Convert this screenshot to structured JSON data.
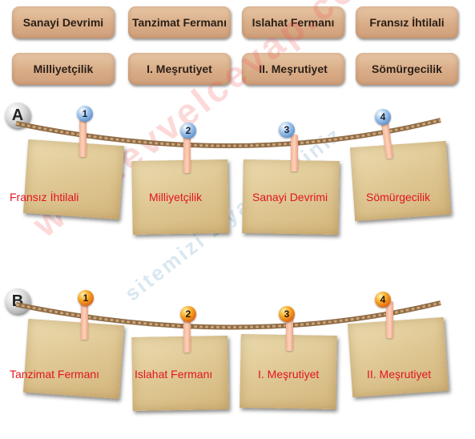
{
  "tiles": [
    "Sanayi Devrimi",
    "Tanzimat Fermanı",
    "Islahat Fermanı",
    "Fransız İhtilali",
    "Milliyetçilik",
    "I. Meşrutiyet",
    "II. Meşrutiyet",
    "Sömürgecilik"
  ],
  "section_a": {
    "letter": "A",
    "pins": [
      "1",
      "2",
      "3",
      "4"
    ],
    "cards": [
      "Fransız İhtilali",
      "Milliyetçilik",
      "Sanayi Devrimi",
      "Sömürgecilik"
    ]
  },
  "section_b": {
    "letter": "B",
    "pins": [
      "1",
      "2",
      "3",
      "4"
    ],
    "cards": [
      "Tanzimat Fermanı",
      "Islahat Fermanı",
      "I. Meşrutiyet",
      "II. Meşrutiyet"
    ]
  },
  "watermark": {
    "main": "www.evvelcevap.com",
    "secondary": "sitemizi ziyaret ediniz"
  },
  "colors": {
    "tile": "#d9ad88",
    "card": "#e0c995",
    "label": "#e3141f",
    "pin_a": "#3d73b8",
    "pin_b": "#f6a420",
    "rope": "#a27c55"
  }
}
